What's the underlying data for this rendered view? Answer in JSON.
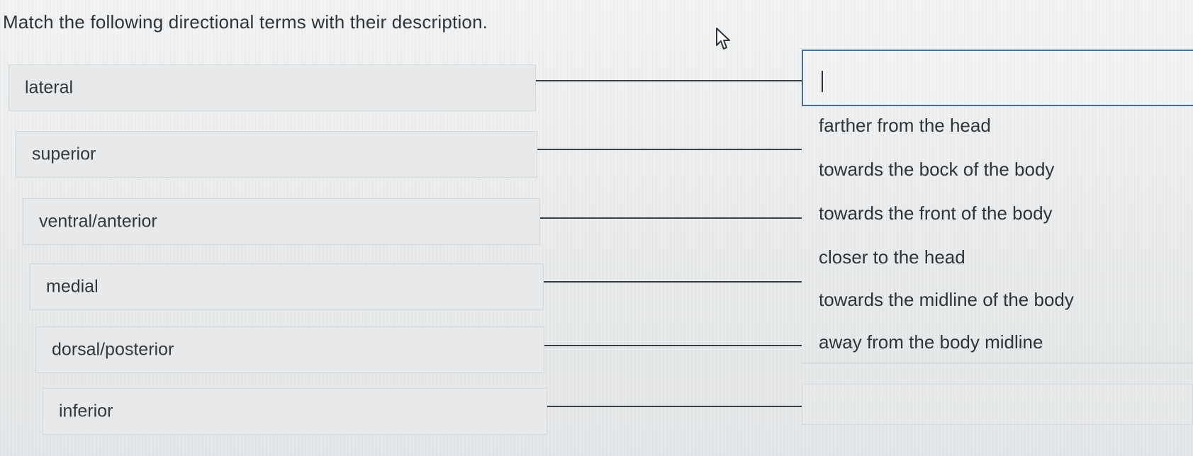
{
  "question": "Match the following directional terms with their description.",
  "terms": [
    "lateral",
    "superior",
    "ventral/anterior",
    "medial",
    "dorsal/posterior",
    "inferior"
  ],
  "options": [
    "farther from the head",
    "towards the bock of the body",
    "towards the front of the body",
    "closer to the head",
    "towards the midline of the body",
    "away from the body midline"
  ],
  "icons": {
    "cursor": "mouse-pointer-icon"
  }
}
